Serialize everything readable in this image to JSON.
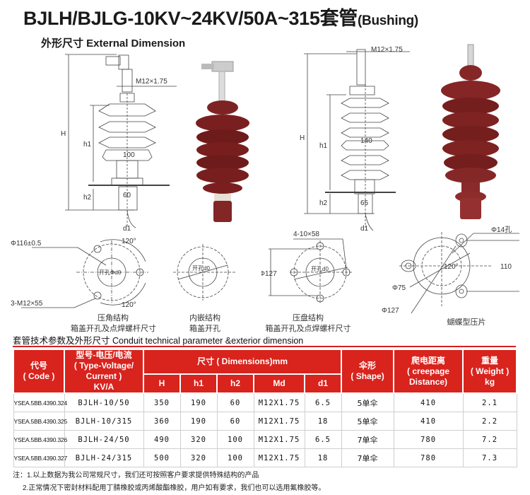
{
  "header": {
    "title_main": "BJLH/BJLG-10KV~24KV/50A~315套管",
    "title_suffix": "(Bushing)",
    "subtitle": "外形尺寸 External Dimension"
  },
  "diagrams": {
    "left_bushing": {
      "labels": {
        "H": "H",
        "h1": "h1",
        "h2": "h2",
        "thread": "M12×1.75",
        "dia": "100",
        "base": "60",
        "d1": "d1"
      }
    },
    "right_bushing": {
      "labels": {
        "H": "H",
        "h1": "h1",
        "h2": "h2",
        "thread": "M12×1.75",
        "dia": "140",
        "base": "65",
        "d1": "d1"
      }
    },
    "flange_corner": {
      "labels": {
        "outer": "Φ116±0.5",
        "angle_top": "120°",
        "angle_bottom": "120°",
        "hole": "开孔Φd0",
        "bolts": "3-M12×55"
      },
      "caption_line1": "压角结构",
      "caption_line2": "箱盖开孔及点焊螺杆尺寸"
    },
    "flange_embedded": {
      "labels": {
        "hole": "开孔d0"
      },
      "caption_line1": "内嵌结构",
      "caption_line2": "箱盖开孔"
    },
    "flange_plate": {
      "labels": {
        "bolts": "4-10×58",
        "dia": "Φ127",
        "hole": "开孔d0"
      },
      "caption_line1": "压盘结构",
      "caption_line2": "箱盖开孔及点焊螺杆尺寸"
    },
    "butterfly_plate": {
      "labels": {
        "hole": "Φ14孔",
        "angle": "120°",
        "width": "110",
        "inner": "Φ75",
        "outer": "Φ127"
      },
      "caption_line1": "蝴蝶型压片"
    }
  },
  "table": {
    "section_title": "套管技术参数及外形尺寸 Conduit technical parameter &exterior dimension",
    "headers": {
      "code": [
        "代号",
        "( Code )"
      ],
      "type": [
        "型号-电压/电流",
        "( Type-Voltage/",
        "Current )",
        "KV/A"
      ],
      "dimensions": "尺寸 ( Dimensions)mm",
      "dim_cols": [
        "H",
        "h1",
        "h2",
        "Md",
        "d1"
      ],
      "shape": [
        "伞形",
        "( Shape)"
      ],
      "creepage": [
        "爬电距离",
        "( creepage",
        "Distance)"
      ],
      "weight": [
        "重量",
        "( Weight )",
        "kg"
      ]
    },
    "rows": [
      {
        "code": "YSEA.5BB.4390.324",
        "type": "BJLH-10/50",
        "H": "350",
        "h1": "190",
        "h2": "60",
        "Md": "M12X1.75",
        "d1": "6.5",
        "shape": "5单伞",
        "creepage": "410",
        "weight": "2.1"
      },
      {
        "code": "YSEA.5BB.4390.325",
        "type": "BJLH-10/315",
        "H": "360",
        "h1": "190",
        "h2": "60",
        "Md": "M12X1.75",
        "d1": "18",
        "shape": "5单伞",
        "creepage": "410",
        "weight": "2.2"
      },
      {
        "code": "YSEA.5BB.4390.326",
        "type": "BJLH-24/50",
        "H": "490",
        "h1": "320",
        "h2": "100",
        "Md": "M12X1.75",
        "d1": "6.5",
        "shape": "7单伞",
        "creepage": "780",
        "weight": "7.2"
      },
      {
        "code": "YSEA.5BB.4390.327",
        "type": "BJLH-24/315",
        "H": "500",
        "h1": "320",
        "h2": "100",
        "Md": "M12X1.75",
        "d1": "18",
        "shape": "7单伞",
        "creepage": "780",
        "weight": "7.3"
      }
    ]
  },
  "notes": {
    "line1": "注：1.以上数据为我公司常规尺寸，我们还可按照客户要求提供特殊结构的产品",
    "line2": "2.正常情况下密封材料配用丁腈橡胶或丙烯酸酯橡胶，用户如有要求，我们也可以选用氟橡胶等。"
  },
  "colors": {
    "header_red": "#d9231d",
    "porcelain": "#7a1f1f"
  }
}
